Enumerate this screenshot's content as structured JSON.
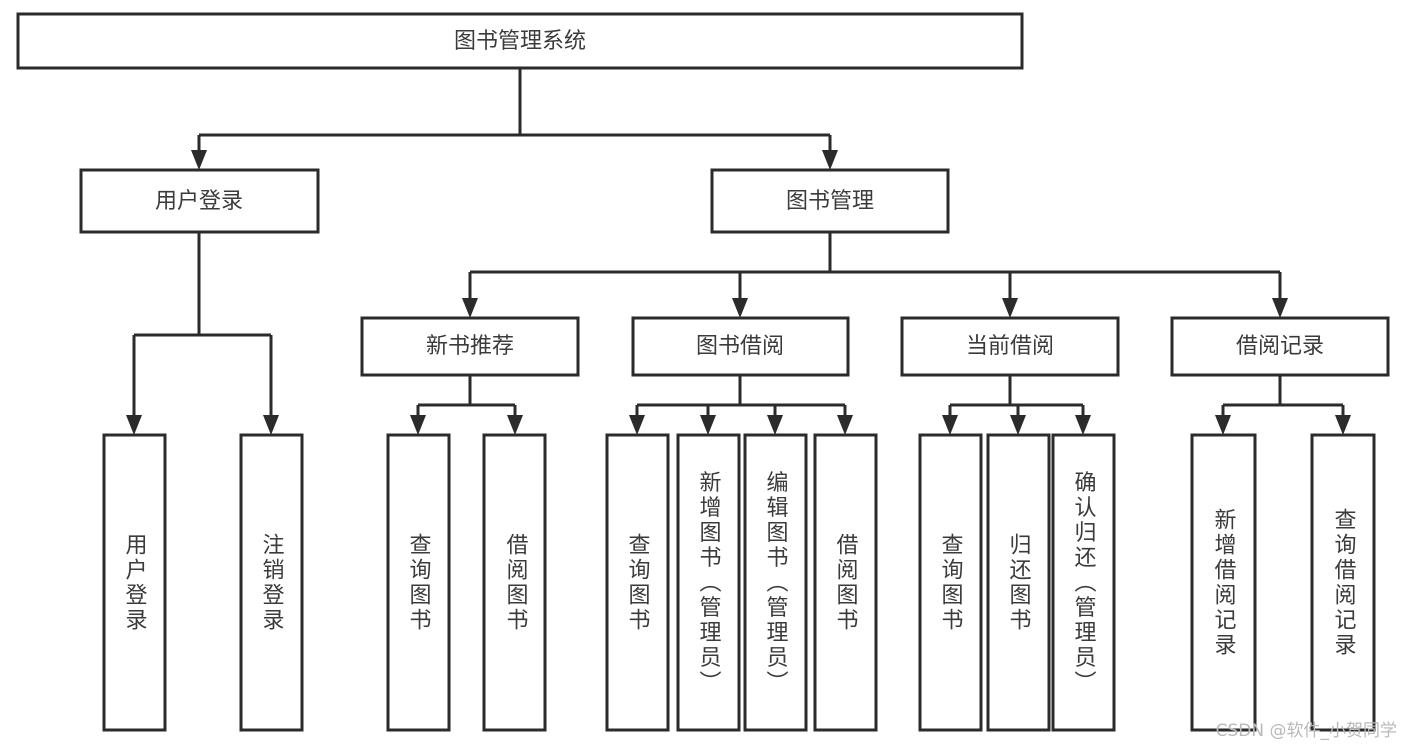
{
  "diagram": {
    "type": "tree-hierarchy",
    "title": "图书管理系统",
    "orientation": "top-down",
    "colors": {
      "box_fill": "#ffffff",
      "box_stroke": "#2b2b2b",
      "text": "#3b3b3b",
      "watermark": "#b9b9b9",
      "page_background": "#ffffff"
    },
    "levels": [
      {
        "level": 1,
        "nodes": [
          {
            "id": "root",
            "label": "图书管理系统",
            "orientation": "horizontal"
          }
        ]
      },
      {
        "level": 2,
        "nodes": [
          {
            "id": "user-login",
            "label": "用户登录",
            "orientation": "horizontal",
            "parent": "root"
          },
          {
            "id": "book-manage",
            "label": "图书管理",
            "orientation": "horizontal",
            "parent": "root"
          }
        ]
      },
      {
        "level": 3,
        "nodes": [
          {
            "id": "new-book-rec",
            "label": "新书推荐",
            "orientation": "horizontal",
            "parent": "book-manage"
          },
          {
            "id": "book-borrow",
            "label": "图书借阅",
            "orientation": "horizontal",
            "parent": "book-manage"
          },
          {
            "id": "current-borrow",
            "label": "当前借阅",
            "orientation": "horizontal",
            "parent": "book-manage"
          },
          {
            "id": "borrow-record",
            "label": "借阅记录",
            "orientation": "horizontal",
            "parent": "book-manage"
          }
        ]
      },
      {
        "level": 4,
        "nodes": [
          {
            "id": "leaf-user-login",
            "label": "用户登录",
            "orientation": "vertical",
            "parent": "user-login"
          },
          {
            "id": "leaf-logout-login",
            "label": "注销登录",
            "orientation": "vertical",
            "parent": "user-login"
          },
          {
            "id": "leaf-query-book-1",
            "label": "查询图书",
            "orientation": "vertical",
            "parent": "new-book-rec"
          },
          {
            "id": "leaf-borrow-book-1",
            "label": "借阅图书",
            "orientation": "vertical",
            "parent": "new-book-rec"
          },
          {
            "id": "leaf-query-book-2",
            "label": "查询图书",
            "orientation": "vertical",
            "parent": "book-borrow"
          },
          {
            "id": "leaf-add-book",
            "label": "新增图书（管理员）",
            "orientation": "vertical",
            "parent": "book-borrow"
          },
          {
            "id": "leaf-edit-book",
            "label": "编辑图书（管理员）",
            "orientation": "vertical",
            "parent": "book-borrow"
          },
          {
            "id": "leaf-borrow-book-2",
            "label": "借阅图书",
            "orientation": "vertical",
            "parent": "book-borrow"
          },
          {
            "id": "leaf-query-book-3",
            "label": "查询图书",
            "orientation": "vertical",
            "parent": "current-borrow"
          },
          {
            "id": "leaf-return-book",
            "label": "归还图书",
            "orientation": "vertical",
            "parent": "current-borrow"
          },
          {
            "id": "leaf-confirm-return",
            "label": "确认归还（管理员）",
            "orientation": "vertical",
            "parent": "current-borrow"
          },
          {
            "id": "leaf-add-record",
            "label": "新增借阅记录",
            "orientation": "vertical",
            "parent": "borrow-record"
          },
          {
            "id": "leaf-query-record",
            "label": "查询借阅记录",
            "orientation": "vertical",
            "parent": "borrow-record"
          }
        ]
      }
    ]
  },
  "watermark": {
    "text": "CSDN @软件_小贺同学"
  }
}
